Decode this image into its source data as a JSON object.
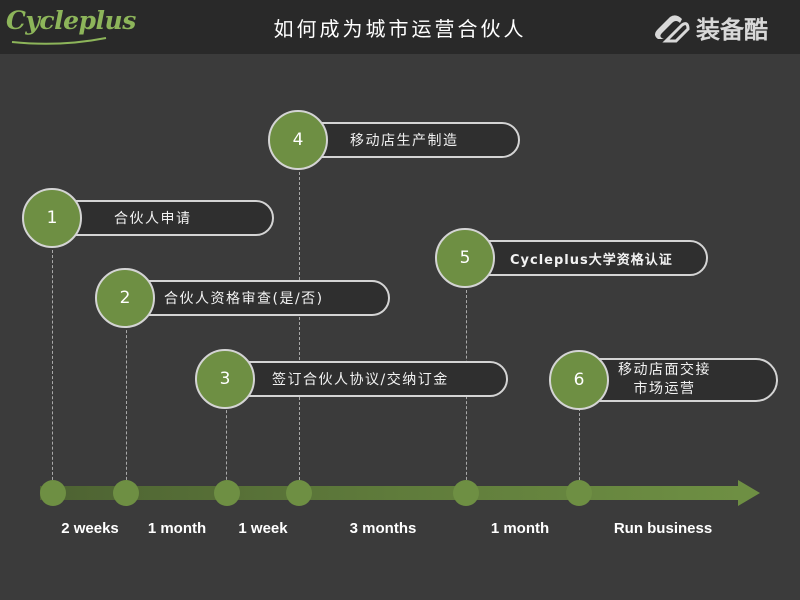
{
  "header": {
    "logo_left": "Cycleplus",
    "title": "如何成为城市运营合伙人",
    "logo_right": "装备酷"
  },
  "steps": [
    {
      "number": "1",
      "label": "合伙人申请"
    },
    {
      "number": "2",
      "label": "合伙人资格审查(是/否)"
    },
    {
      "number": "3",
      "label": "签订合伙人协议/交纳订金"
    },
    {
      "number": "4",
      "label": "移动店生产制造"
    },
    {
      "number": "5",
      "label": "Cycleplus大学资格认证"
    },
    {
      "number": "6",
      "label_line1": "移动店面交接",
      "label_line2": "市场运营"
    }
  ],
  "durations": [
    "2 weeks",
    "1 month",
    "1 week",
    "3 months",
    "1 month",
    "Run business"
  ],
  "colors": {
    "background": "#3b3b3b",
    "header": "#292929",
    "accent_green": "#6e8f43",
    "logo_green": "#8db55a"
  }
}
